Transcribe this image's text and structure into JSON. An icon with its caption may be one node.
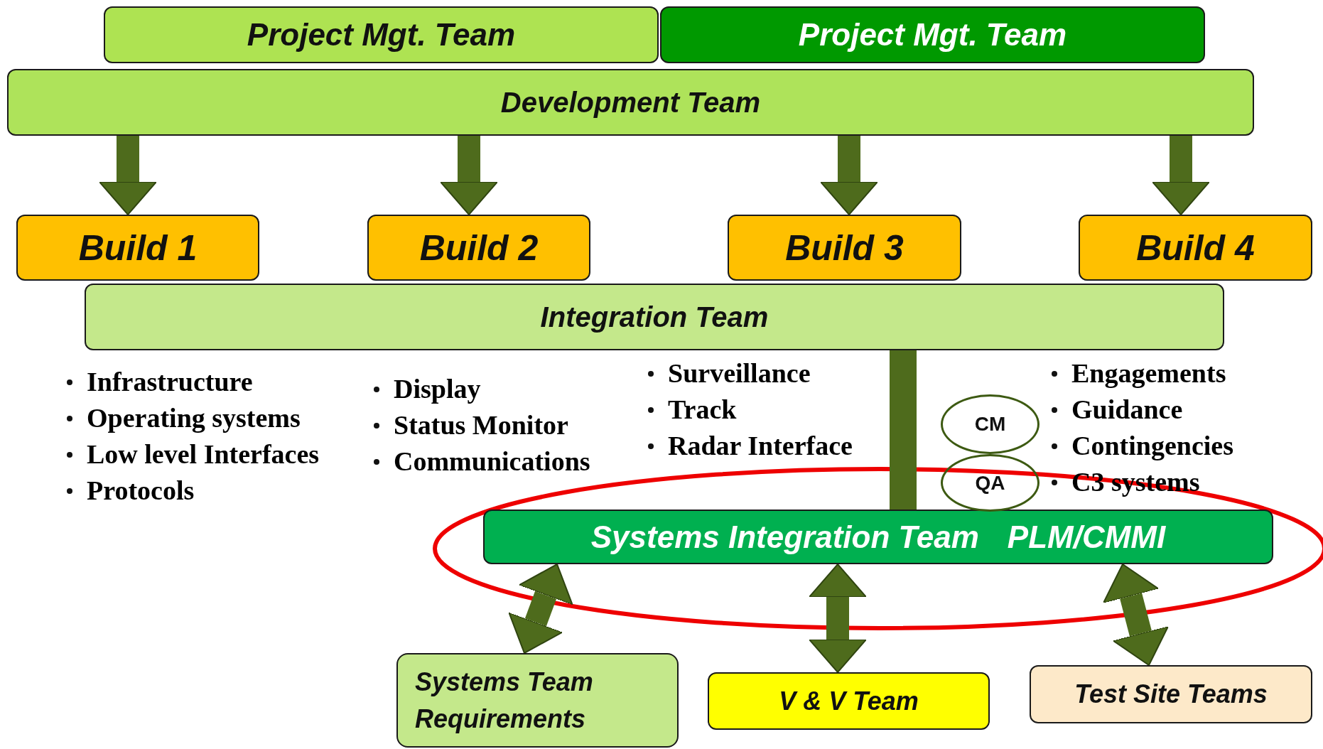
{
  "diagram": {
    "nodes": [
      {
        "text": [
          "Project Mgt. Team"
        ]
      },
      {
        "text": [
          "Project Mgt. Team"
        ]
      },
      {
        "text": [
          "Development Team"
        ]
      },
      {
        "text": [
          "Build 1"
        ]
      },
      {
        "text": [
          "Build 2"
        ]
      },
      {
        "text": [
          "Build 3"
        ]
      },
      {
        "text": [
          "Build 4"
        ]
      },
      {
        "text": [
          "Integration Team"
        ]
      },
      {
        "text": [
          "CM"
        ]
      },
      {
        "text": [
          "QA"
        ]
      },
      {
        "text": [
          "Systems Integration Team",
          "PLM/CMMI"
        ]
      },
      {
        "text": [
          "Systems Team Requirements"
        ]
      },
      {
        "text": [
          "V & V Team"
        ]
      },
      {
        "text": [
          "Test Site Teams"
        ]
      }
    ],
    "edges": [
      {
        "from": 2,
        "to": 3,
        "arrow": "to"
      },
      {
        "from": 2,
        "to": 4,
        "arrow": "to"
      },
      {
        "from": 2,
        "to": 5,
        "arrow": "to"
      },
      {
        "from": 2,
        "to": 6,
        "arrow": "to"
      },
      {
        "from": 7,
        "to": 10,
        "arrow": "none"
      },
      {
        "from": 10,
        "to": 11,
        "arrow": "both"
      },
      {
        "from": 10,
        "to": 12,
        "arrow": "both"
      },
      {
        "from": 10,
        "to": 13,
        "arrow": "both"
      }
    ],
    "labels": [
      "Infrastructure",
      "Operating systems",
      "Low level Interfaces",
      "Protocols",
      "Display",
      "Status Monitor",
      "Communications",
      "Surveillance",
      "Track",
      "Radar Interface",
      "Engagements",
      "Guidance",
      "Contingencies",
      "C3 systems"
    ]
  }
}
